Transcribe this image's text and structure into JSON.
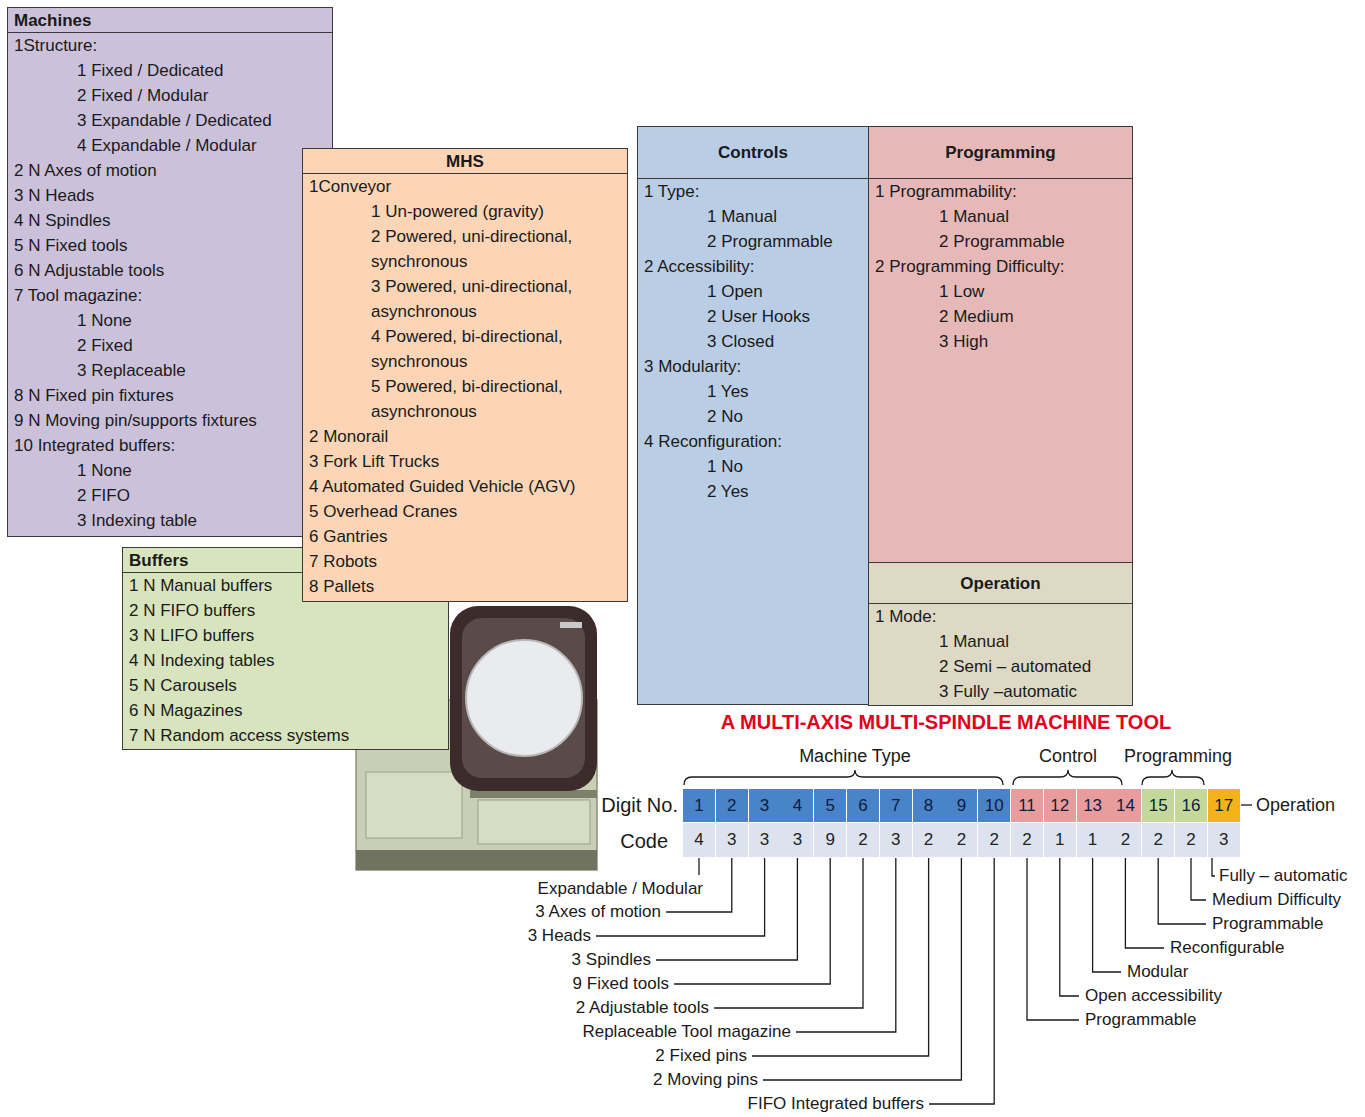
{
  "diagram": {
    "title": "A MULTI-AXIS MULTI-SPINDLE MACHINE TOOL",
    "nodes": [
      {
        "text": [
          "Machines",
          "1Structure:",
          "1 Fixed / Dedicated",
          "2 Fixed / Modular",
          "3 Expandable / Dedicated",
          "4 Expandable / Modular",
          "2 N Axes of motion",
          "3 N Heads",
          "4 N Spindles",
          "5 N Fixed tools",
          "6 N Adjustable tools",
          "7 Tool magazine:",
          "1 None",
          "2 Fixed",
          "3 Replaceable",
          "8 N Fixed pin fixtures",
          "9 N Moving pin/supports fixtures",
          "10 Integrated buffers:",
          "1 None",
          "2 FIFO",
          "3 Indexing table"
        ]
      },
      {
        "text": [
          "MHS",
          "1Conveyor",
          "1 Un-powered (gravity)",
          "2 Powered, uni-directional, synchronous",
          "3 Powered, uni-directional, asynchronous",
          "4 Powered, bi-directional, synchronous",
          "5 Powered, bi-directional, asynchronous",
          "2 Monorail",
          "3 Fork Lift Trucks",
          "4 Automated Guided Vehicle (AGV)",
          "5 Overhead Cranes",
          "6 Gantries",
          "7 Robots",
          "8 Pallets"
        ]
      },
      {
        "text": [
          "Buffers",
          "1 N Manual buffers",
          "2 N FIFO buffers",
          "3 N LIFO buffers",
          "4 N Indexing tables",
          "5 N Carousels",
          "6 N Magazines",
          "7 N Random access systems"
        ]
      },
      {
        "text": [
          "Controls",
          "1 Type:",
          "1 Manual",
          "2 Programmable",
          "2 Accessibility:",
          "1 Open",
          "2 User Hooks",
          "3 Closed",
          "3 Modularity:",
          "1 Yes",
          "2 No",
          "4 Reconfiguration:",
          "1 No",
          "2 Yes"
        ]
      },
      {
        "text": [
          "Programming",
          "1 Programmability:",
          "1 Manual",
          "2 Programmable",
          "2 Programming Difficulty:",
          "1 Low",
          "2 Medium",
          "3 High"
        ]
      },
      {
        "text": [
          "Operation",
          "1 Mode:",
          "1 Manual",
          "2 Semi – automated",
          "3 Fully –automatic"
        ]
      },
      {
        "text": [
          "1"
        ]
      },
      {
        "text": [
          "2"
        ]
      },
      {
        "text": [
          "3"
        ]
      },
      {
        "text": [
          "4"
        ]
      },
      {
        "text": [
          "5"
        ]
      },
      {
        "text": [
          "6"
        ]
      },
      {
        "text": [
          "7"
        ]
      },
      {
        "text": [
          "8"
        ]
      },
      {
        "text": [
          "9"
        ]
      },
      {
        "text": [
          "10"
        ]
      },
      {
        "text": [
          "11"
        ]
      },
      {
        "text": [
          "12"
        ]
      },
      {
        "text": [
          "13"
        ]
      },
      {
        "text": [
          "14"
        ]
      },
      {
        "text": [
          "15"
        ]
      },
      {
        "text": [
          "16"
        ]
      },
      {
        "text": [
          "17"
        ]
      },
      {
        "text": [
          "4"
        ]
      },
      {
        "text": [
          "3"
        ]
      },
      {
        "text": [
          "3"
        ]
      },
      {
        "text": [
          "3"
        ]
      },
      {
        "text": [
          "9"
        ]
      },
      {
        "text": [
          "2"
        ]
      },
      {
        "text": [
          "3"
        ]
      },
      {
        "text": [
          "2"
        ]
      },
      {
        "text": [
          "2"
        ]
      },
      {
        "text": [
          "2"
        ]
      },
      {
        "text": [
          "2"
        ]
      },
      {
        "text": [
          "1"
        ]
      },
      {
        "text": [
          "1"
        ]
      },
      {
        "text": [
          "2"
        ]
      },
      {
        "text": [
          "2"
        ]
      },
      {
        "text": [
          "2"
        ]
      },
      {
        "text": [
          "3"
        ]
      }
    ],
    "labels": [
      "Machine Type",
      "Control",
      "Programming",
      "Digit No.",
      "Code",
      "Operation",
      "Expandable / Modular",
      "3 Axes of motion",
      "3 Heads",
      "3 Spindles",
      "9 Fixed tools",
      "2 Adjustable tools",
      "Replaceable Tool magazine",
      "2 Fixed pins",
      "2 Moving pins",
      "FIFO Integrated buffers",
      "Fully – automatic",
      "Medium Difficulty",
      "Programmable",
      "Reconfigurable",
      "Modular",
      "Open accessibility",
      "Programmable"
    ]
  }
}
